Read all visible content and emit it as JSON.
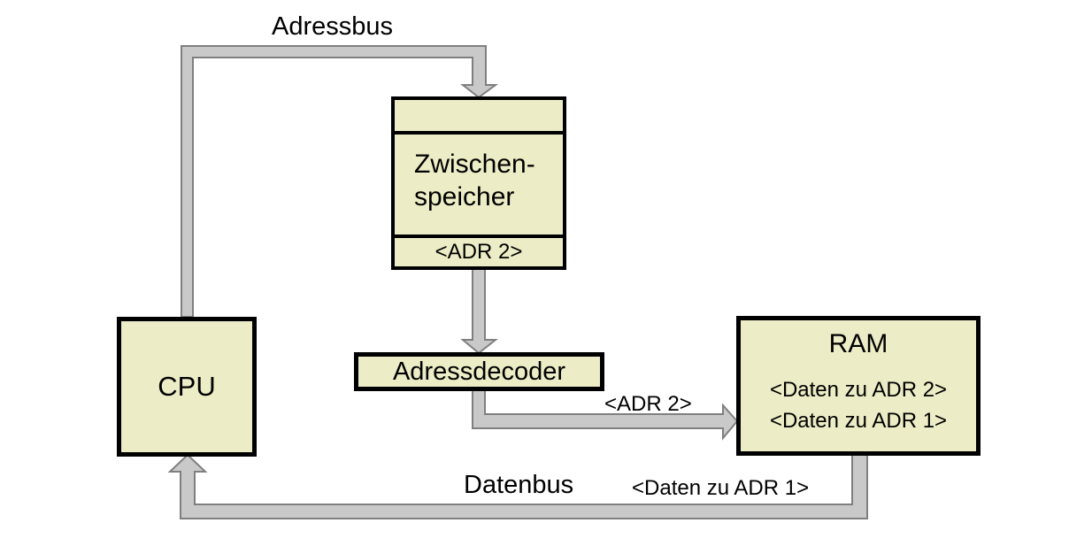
{
  "colors": {
    "background": "#FFFFFF",
    "box_fill": "#ECEDC6",
    "box_border": "#000000",
    "bus_fill": "#C9C9C9",
    "bus_border": "#7F7F7F",
    "text": "#000000"
  },
  "buses": {
    "adressbus": {
      "label": "Adressbus"
    },
    "datenbus": {
      "label": "Datenbus",
      "data_label": "<Daten zu ADR 1>"
    },
    "decoder_to_ram": {
      "label": "<ADR 2>"
    }
  },
  "nodes": {
    "cpu": {
      "label": "CPU"
    },
    "zwischenspeicher": {
      "name_line1": "Zwischen-",
      "name_line2": "speicher",
      "address": "<ADR 2>"
    },
    "adressdecoder": {
      "label": "Adressdecoder"
    },
    "ram": {
      "title": "RAM",
      "entries": [
        "<Daten zu ADR 2>",
        "<Daten zu ADR 1>"
      ]
    }
  }
}
